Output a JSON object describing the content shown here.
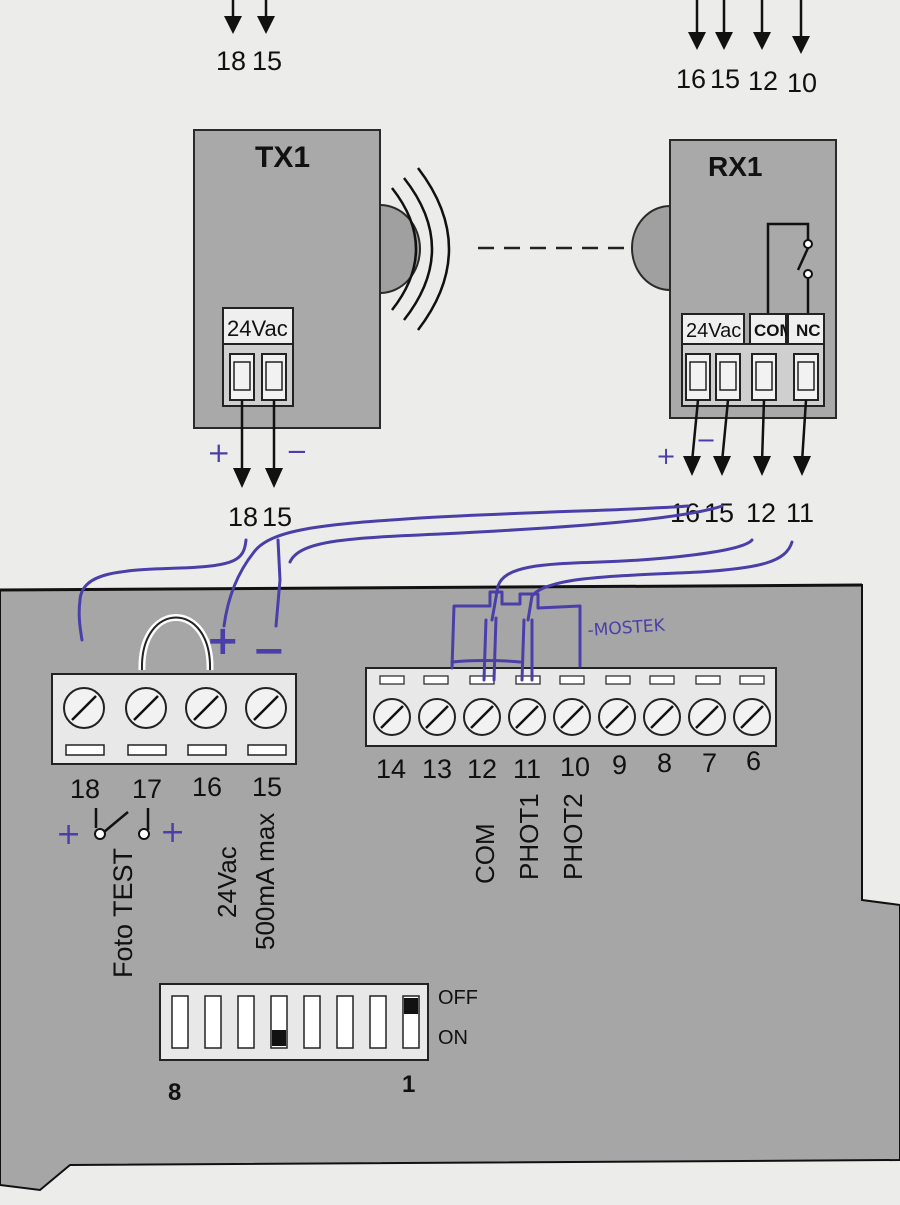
{
  "top": {
    "left_pins": [
      "18",
      "15"
    ],
    "right_pins": [
      "16",
      "15",
      "12",
      "10"
    ]
  },
  "tx": {
    "title": "TX1",
    "voltage": "24Vac"
  },
  "rx": {
    "title": "RX1",
    "voltage": "24Vac",
    "com": "COM",
    "nc": "NC"
  },
  "under_tx": [
    "18",
    "15"
  ],
  "under_rx": [
    "16",
    "15",
    "12",
    "11"
  ],
  "board": {
    "left_terminals": [
      "18",
      "17",
      "16",
      "15"
    ],
    "right_terminals": [
      "14",
      "13",
      "12",
      "11",
      "10",
      "9",
      "8",
      "7",
      "6"
    ],
    "label_foto_test": "Foto TEST",
    "label_power_1": "24Vac",
    "label_power_2": "500mA max",
    "label_com": "COM",
    "label_phot1": "PHOT1",
    "label_phot2": "PHOT2",
    "dip_off": "OFF",
    "dip_on": "ON",
    "dip_left_num": "8",
    "dip_right_num": "1"
  },
  "handwriting": {
    "plus": "+",
    "minus": "−",
    "mostek": "-MOSTEK"
  },
  "colors": {
    "ink": "#4a3fa8",
    "box": "#a9a9a9",
    "board": "#a6a6a6",
    "paper": "#ececea"
  }
}
